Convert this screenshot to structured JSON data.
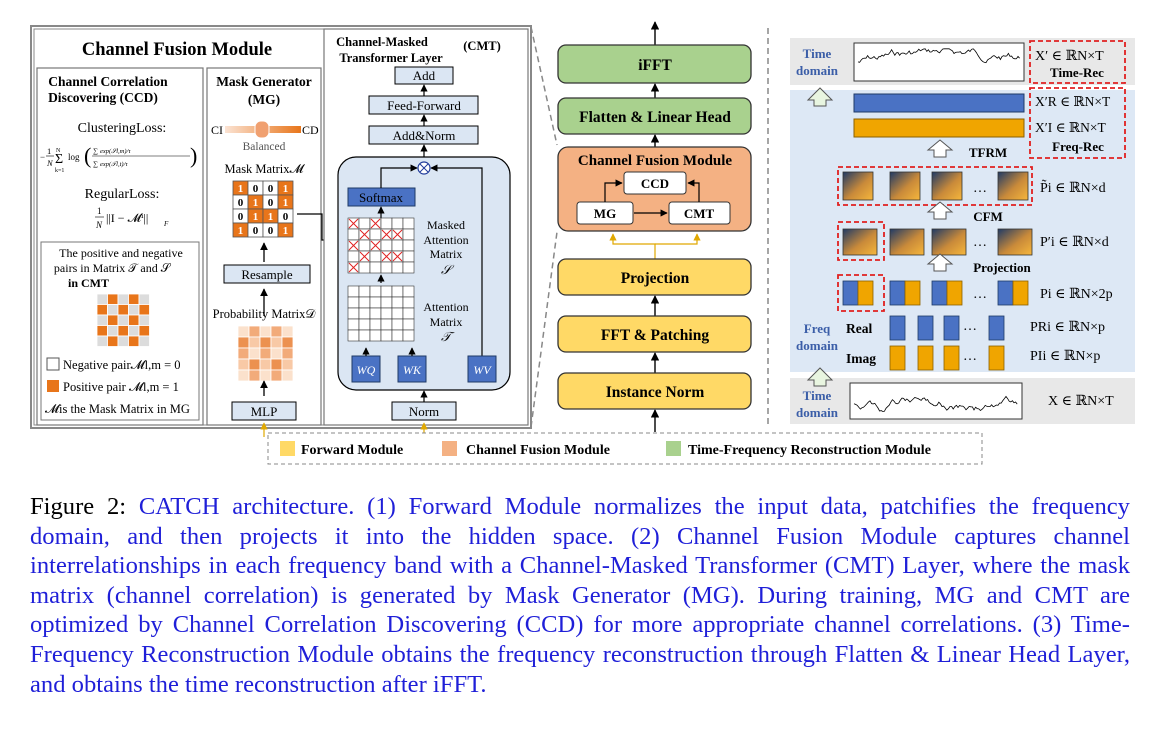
{
  "cfm_panel": {
    "title": "Channel Fusion Module",
    "ccd": {
      "title_line1": "Channel Correlation",
      "title_line2": "Discovering (CCD)",
      "clustering_loss": "ClusteringLoss:",
      "regular_loss": "RegularLoss:",
      "pairs_line1": "The positive and negative",
      "pairs_line2": "pairs in Matrix 𝒯 and 𝒮",
      "pairs_line3": "in CMT",
      "negative_pair": "Negative pair𝓜l,m = 0",
      "positive_pair": "Positive pair  𝓜l,m = 1",
      "mask_note": "𝓜is the Mask Matrix in MG"
    },
    "mg": {
      "title_line1": "Mask Generator",
      "title_line2": "(MG)",
      "ci": "CI",
      "cd": "CD",
      "balanced": "Balanced",
      "mask_matrix": "Mask Matrix𝓜",
      "mask_values": [
        "1",
        "0",
        "0",
        "1",
        "0",
        "1",
        "0",
        "1",
        "0",
        "1",
        "1",
        "0",
        "1",
        "0",
        "0",
        "1"
      ],
      "resample": "Resample",
      "probability_matrix": "Probability Matrix𝒟",
      "mlp": "MLP"
    },
    "cmt": {
      "title_line1": "Channel-Masked",
      "title_line2": "Transformer Layer",
      "abbr": "(CMT)",
      "add": "Add",
      "feed_forward": "Feed-Forward",
      "add_norm": "Add&Norm",
      "softmax": "Softmax",
      "masked_attention": [
        "Masked",
        "Attention",
        "Matrix",
        "𝒮"
      ],
      "attention": [
        "Attention",
        "Matrix",
        "𝒯"
      ],
      "wq": "WQ",
      "wk": "WK",
      "wv": "WV",
      "norm": "Norm"
    }
  },
  "pipeline": {
    "ifft": "iFFT",
    "flatten": "Flatten & Linear Head",
    "cfm": "Channel Fusion Module",
    "ccd": "CCD",
    "mg": "MG",
    "cmt": "CMT",
    "projection": "Projection",
    "fft": "FFT & Patching",
    "instance_norm": "Instance Norm"
  },
  "legend": {
    "forward": "Forward Module",
    "channel_fusion": "Channel Fusion Module",
    "tf_recon": "Time-Frequency Reconstruction Module"
  },
  "right_panel": {
    "time_domain_top": [
      "Time",
      "domain"
    ],
    "x_prime": "X′ ∈ ℝN×T",
    "time_rec": "Time-Rec",
    "x_prime_r": "X′R ∈ ℝN×T",
    "x_prime_i": "X′I ∈ ℝN×T",
    "tfrm": "TFRM",
    "freq_rec": "Freq-Rec",
    "p_tilde": "P̃i ∈ ℝN×d",
    "cfm": "CFM",
    "p_prime": "P′i ∈ ℝN×d",
    "projection": "Projection",
    "p_i": "Pi ∈ ℝN×2p",
    "freq_domain": [
      "Freq",
      "domain"
    ],
    "real": "Real",
    "imag": "Imag",
    "p_r": "PRi ∈ ℝN×p",
    "p_im": "PIi ∈ ℝN×p",
    "time_domain_bottom": [
      "Time",
      "domain"
    ],
    "x": "X ∈ ℝN×T",
    "dots": "…"
  },
  "caption": {
    "label": "Figure 2:",
    "text": "CATCH architecture. (1) Forward Module normalizes the input data, patchifies the frequency domain, and then projects it into the hidden space. (2) Channel Fusion Module captures channel interrelationships in each frequency band with a Channel-Masked Transformer (CMT) Layer, where the mask matrix (channel correlation) is generated by Mask Generator (MG). During training, MG and CMT are optimized by Channel Correlation Discovering (CCD) for more appropriate channel correlations. (3) Time-Frequency Reconstruction Module obtains the frequency reconstruction through Flatten & Linear Head Layer, and obtains the time reconstruction after iFFT."
  },
  "colors": {
    "forward": "#ffd966",
    "forward_border": "#d4a400",
    "channel_fusion": "#f4b183",
    "tf_recon": "#a9d18e",
    "cmt_bg": "#dbe6f3",
    "block_blue": "#4a72c4",
    "block_orange": "#f0a500",
    "mask_orange": "#e8751a",
    "caption_blue": "#1f1fd8"
  }
}
